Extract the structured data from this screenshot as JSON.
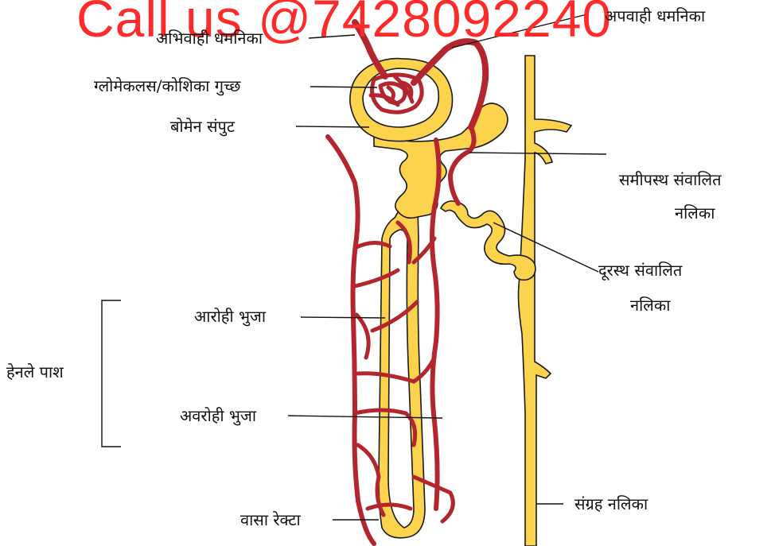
{
  "watermark": {
    "text": "Call us @7428092240",
    "color": "#ff2a2a"
  },
  "colors": {
    "tubule": "#fcd34d",
    "tubule_edge": "#1a1a1a",
    "vessel": "#b3262e",
    "line": "#111111"
  },
  "labels": {
    "afferent": "अभिवाही धमनिका",
    "efferent": "अपवाही धमनिका",
    "glomerulus": "ग्लोमेकलस/कोशिका गुच्छ",
    "bowman": "बोमेन संपुट",
    "pct_line1": "समीपस्थ संवालित",
    "pct_line2": "नलिका",
    "dct_line1": "दूरस्थ संवालित",
    "dct_line2": "नलिका",
    "ascending": "आरोही भुजा",
    "henle": "हेनले पाश",
    "descending": "अवरोही भुजा",
    "collecting": "संग्रह नलिका",
    "vasa": "वासा रेक्टा"
  }
}
